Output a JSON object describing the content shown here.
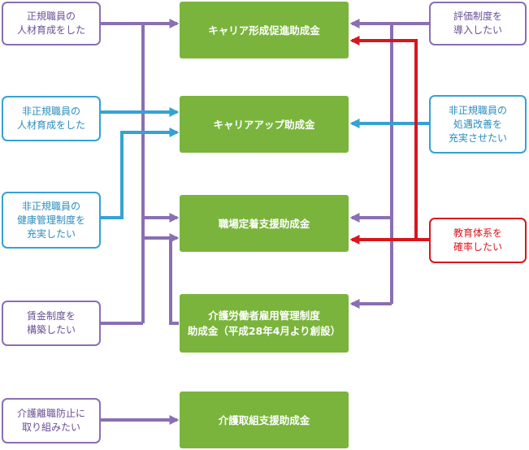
{
  "colors": {
    "purple": "#8a6fb3",
    "blue": "#35a2d2",
    "red": "#d9161c",
    "green": "#7ab43c"
  },
  "grants": [
    {
      "label": "キャリア形成促進助成金"
    },
    {
      "label": "キャリアアップ助成金"
    },
    {
      "label": "職場定着支援助成金"
    },
    {
      "label": "介護労働者雇用管理制度\n助成金（平成28年4月より創設）"
    },
    {
      "label": "介護取組支援助成金"
    }
  ],
  "left_needs": [
    {
      "label": "正規職員の\n人材育成をした"
    },
    {
      "label": "非正規職員の\n人材育成をした"
    },
    {
      "label": "非正規職員の\n健康管理制度を\n充実したい"
    },
    {
      "label": "賃金制度を\n構築したい"
    },
    {
      "label": "介護離職防止に\n取り組みたい"
    }
  ],
  "right_needs": [
    {
      "label": "評価制度を\n導入したい"
    },
    {
      "label": "非正規職員の\n処遇改善を\n充実させたい"
    },
    {
      "label": "教育体系を\n確率したい"
    }
  ]
}
